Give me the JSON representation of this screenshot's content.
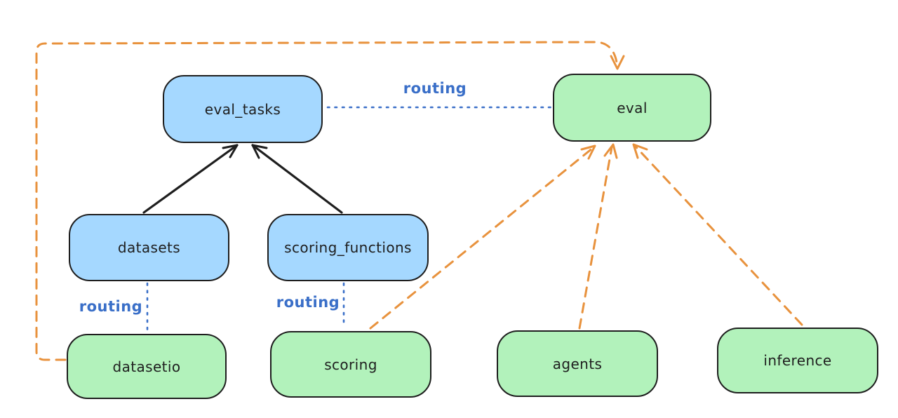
{
  "diagram": {
    "colors": {
      "registry_fill": "#a5d8ff",
      "provider_fill": "#b2f2bb",
      "node_stroke": "#1e1e1e",
      "routing_color": "#3a6fc8",
      "orange_color": "#e8923d",
      "solid_arrow_color": "#1e1e1e",
      "background": "#ffffff"
    },
    "nodes": {
      "eval_tasks": {
        "label": "eval_tasks",
        "kind": "blue"
      },
      "eval": {
        "label": "eval",
        "kind": "green"
      },
      "datasets": {
        "label": "datasets",
        "kind": "blue"
      },
      "scoring_functions": {
        "label": "scoring_functions",
        "kind": "blue"
      },
      "datasetio": {
        "label": "datasetio",
        "kind": "green"
      },
      "scoring": {
        "label": "scoring",
        "kind": "green"
      },
      "agents": {
        "label": "agents",
        "kind": "green"
      },
      "inference": {
        "label": "inference",
        "kind": "green"
      }
    },
    "edges": [
      {
        "from": "datasets",
        "to": "eval_tasks",
        "style": "solid-arrow",
        "color": "#1e1e1e"
      },
      {
        "from": "scoring_functions",
        "to": "eval_tasks",
        "style": "solid-arrow",
        "color": "#1e1e1e"
      },
      {
        "from": "eval_tasks",
        "to": "eval",
        "style": "dotted",
        "label": "routing",
        "color": "#3a6fc8"
      },
      {
        "from": "datasets",
        "to": "datasetio",
        "style": "dotted",
        "label": "routing",
        "color": "#3a6fc8"
      },
      {
        "from": "scoring_functions",
        "to": "scoring",
        "style": "dotted",
        "label": "routing",
        "color": "#3a6fc8"
      },
      {
        "from": "datasetio",
        "to": "eval",
        "style": "dashed-arrow",
        "color": "#e8923d"
      },
      {
        "from": "scoring",
        "to": "eval",
        "style": "dashed-arrow",
        "color": "#e8923d"
      },
      {
        "from": "agents",
        "to": "eval",
        "style": "dashed-arrow",
        "color": "#e8923d"
      },
      {
        "from": "inference",
        "to": "eval",
        "style": "dashed-arrow",
        "color": "#e8923d"
      }
    ]
  }
}
